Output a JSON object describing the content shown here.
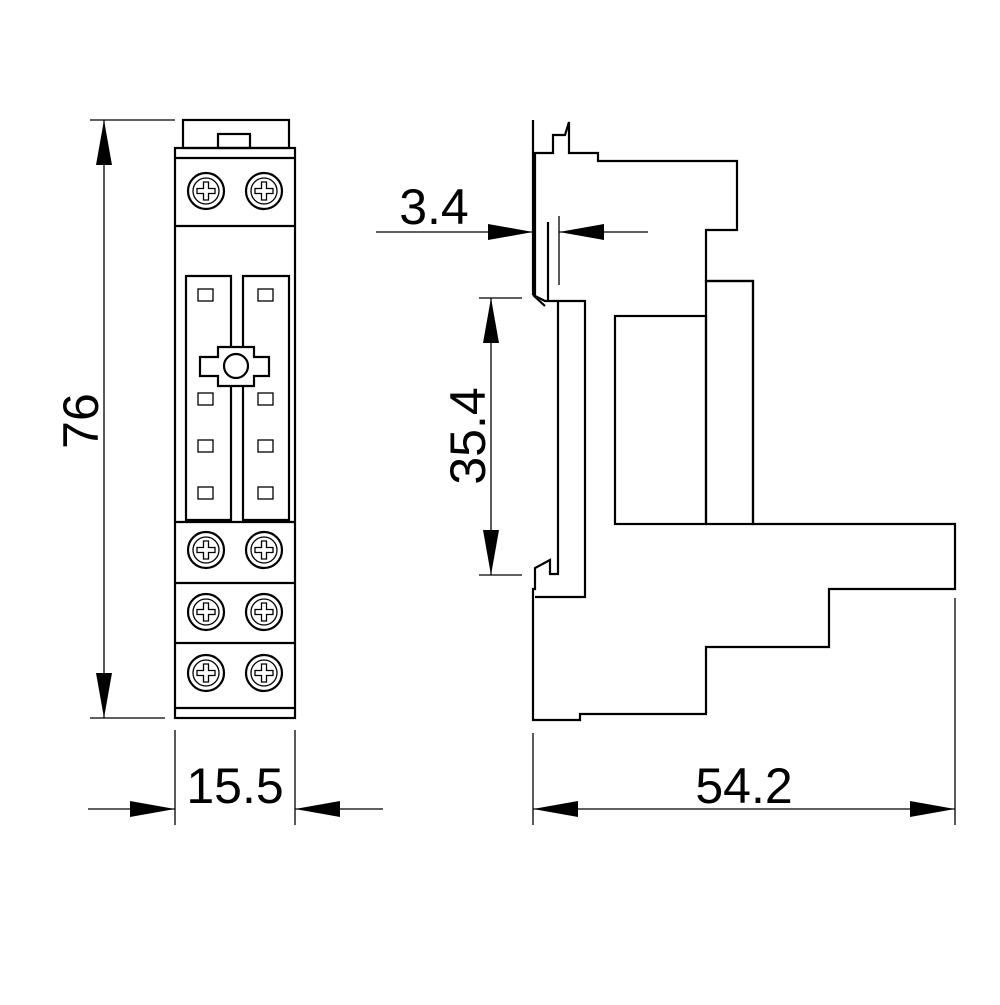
{
  "diagram": {
    "dimensions": {
      "height": "76",
      "width": "15.5",
      "rail_offset": "3.4",
      "rail_height": "35.4",
      "depth": "54.2"
    },
    "colors": {
      "line": "#000000",
      "background": "#ffffff"
    },
    "views": [
      "front-view",
      "side-view"
    ],
    "front_view": {
      "screw_rows": 4,
      "screws_per_row": 2,
      "contact_rows": 4,
      "contacts_per_row": 2,
      "screw_icon": "phillips-screw-icon"
    }
  }
}
